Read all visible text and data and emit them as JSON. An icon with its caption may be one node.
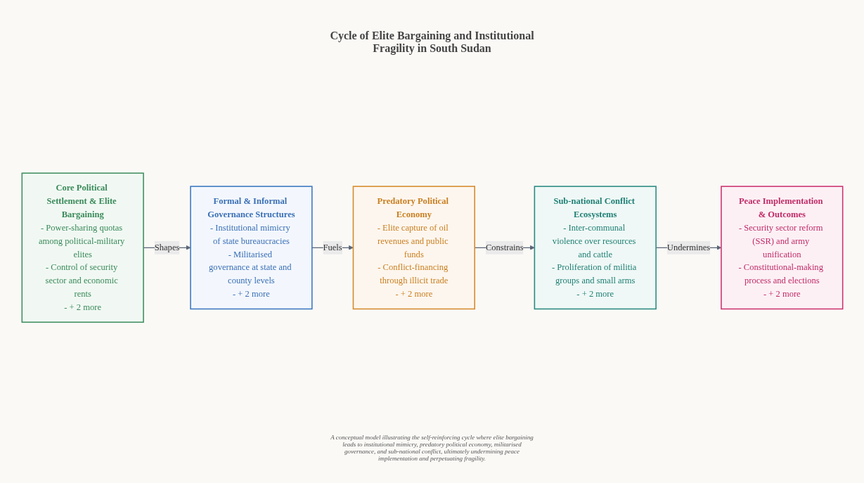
{
  "diagram": {
    "title": "Cycle of Elite Bargaining and Institutional Fragility in South Sudan",
    "caption": "A conceptual model illustrating the self-reinforcing cycle where elite bargaining leads to institutional mimicry, predatory political economy, militarised governance, and sub-national conflict, ultimately undermining peace implementation and perpetuating fragility.",
    "nodes": [
      {
        "text": [
          "Core Political Settlement & Elite Bargaining",
          "- Power-sharing quotas among political-military elites",
          "- Control of security sector and economic rents",
          "- + 2 more"
        ]
      },
      {
        "text": [
          "Formal & Informal Governance Structures",
          "- Institutional mimicry of state bureaucracies",
          "- Militarised governance at state and county levels",
          "- + 2 more"
        ]
      },
      {
        "text": [
          "Predatory Political Economy",
          "- Elite capture of oil revenues and public funds",
          "- Conflict-financing through illicit trade",
          "- + 2 more"
        ]
      },
      {
        "text": [
          "Sub-national Conflict Ecosystems",
          "- Inter-communal violence over resources and cattle",
          "- Proliferation of militia groups and small arms",
          "- + 2 more"
        ]
      },
      {
        "text": [
          "Peace Implementation & Outcomes",
          "- Security sector reform (SSR) and army unification",
          "- Constitutional-making process and elections",
          "- + 2 more"
        ]
      }
    ],
    "edges": [
      {
        "from": 0,
        "to": 1,
        "arrow": "to",
        "label": "Shapes"
      },
      {
        "from": 1,
        "to": 2,
        "arrow": "to",
        "label": "Fuels"
      },
      {
        "from": 2,
        "to": 3,
        "arrow": "to",
        "label": "Constrains"
      },
      {
        "from": 3,
        "to": 4,
        "arrow": "to",
        "label": "Undermines"
      }
    ]
  }
}
